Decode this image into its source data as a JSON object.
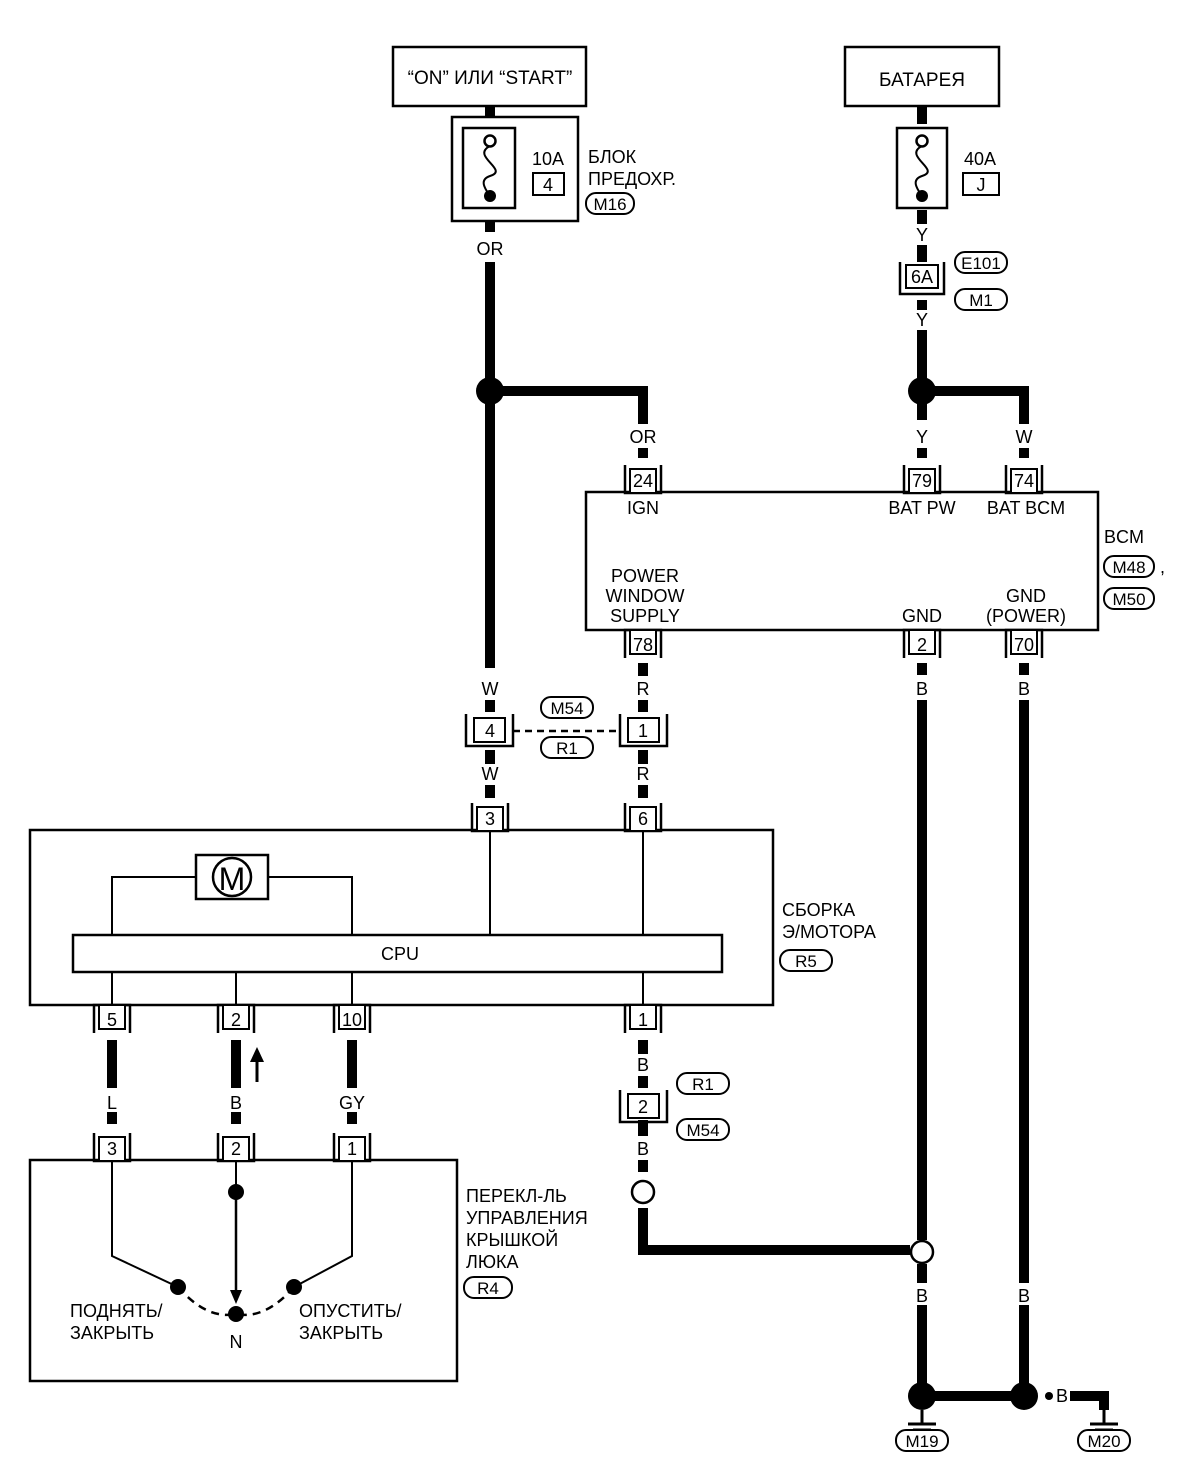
{
  "sources": {
    "ignition": "“ON” ИЛИ  “START”",
    "battery": "БАТАРЕЯ"
  },
  "fuse_ign": {
    "rating": "10A",
    "number": "4"
  },
  "fuse_block": {
    "line1": "БЛОК",
    "line2": "ПРЕДОХР.",
    "connector": "M16"
  },
  "fuse_bat": {
    "rating": "40A",
    "number": "J"
  },
  "wire_colors": {
    "or_top": "OR",
    "or_bcm": "OR",
    "y_1": "Y",
    "y_2": "Y",
    "y_3": "Y",
    "w_bcm": "W",
    "r_1": "R",
    "r_2": "R",
    "w_1": "W",
    "w_2": "W",
    "b_gnd": "B",
    "b_gnd_power": "B",
    "l": "L",
    "b_sw": "B",
    "gy": "GY",
    "b_m1": "B",
    "b_m2": "B",
    "b_bot1": "B",
    "b_bot2": "B",
    "b_side": "B"
  },
  "fusible_link": {
    "pin": "6A",
    "connector_top": "E101",
    "connector_bottom": "M1"
  },
  "bcm": {
    "title": "BCM",
    "connector1": "M48",
    "connector2": "M50",
    "comma": ",",
    "pins_top": [
      {
        "num": "24",
        "label": "IGN"
      },
      {
        "num": "79",
        "label": "BAT PW"
      },
      {
        "num": "74",
        "label": "BAT BCM"
      }
    ],
    "pw_supply": {
      "l1": "POWER",
      "l2": "WINDOW",
      "l3": "SUPPLY",
      "num": "78"
    },
    "gnd": {
      "label": "GND",
      "num": "2"
    },
    "gnd_power": {
      "l1": "GND",
      "l2": "(POWER)",
      "num": "70"
    }
  },
  "joint": {
    "pin_w": "4",
    "pin_r": "1",
    "connector_top": "M54",
    "connector_bottom": "R1"
  },
  "motor": {
    "title1": "СБОРКА",
    "title2": "Э/МОТОРА",
    "connector": "R5",
    "motor_symbol": "M",
    "cpu": "CPU",
    "pins_top": [
      "3",
      "6"
    ],
    "pins_bottom": [
      "5",
      "2",
      "10",
      "1"
    ]
  },
  "joint2": {
    "pin": "2",
    "connector_top": "R1",
    "connector_bottom": "M54"
  },
  "switch": {
    "title1": "ПЕРЕКЛ-ЛЬ",
    "title2": "УПРАВЛЕНИЯ",
    "title3": "КРЫШКОЙ",
    "title4": "ЛЮКА",
    "connector": "R4",
    "pins": [
      "3",
      "2",
      "1"
    ],
    "up1": "ПОДНЯТЬ/",
    "up2": "ЗАКРЫТЬ",
    "neutral": "N",
    "down1": "ОПУСТИТЬ/",
    "down2": "ЗАКРЫТЬ"
  },
  "grounds": {
    "g1": "M19",
    "g2": "M20"
  }
}
